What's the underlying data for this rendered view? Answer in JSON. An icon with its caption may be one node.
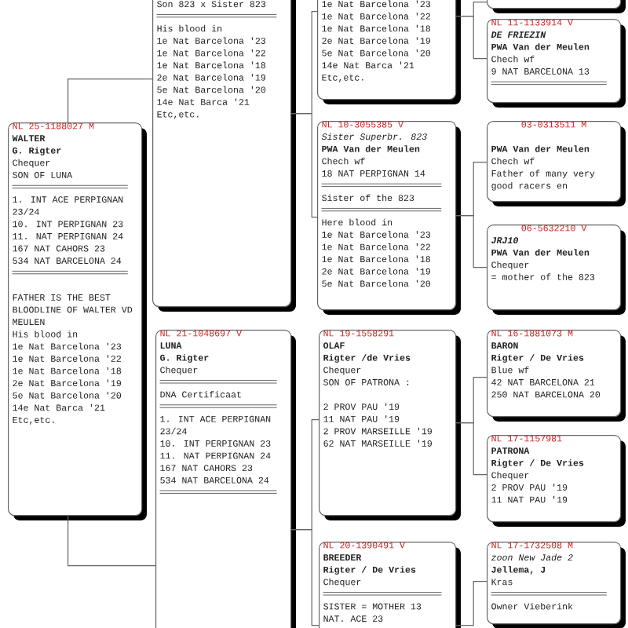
{
  "diagram": {
    "nodes": [
      {
        "text": [
          "NL 25-1188027 M",
          "WALTER",
          "G. Rigter",
          "Chequer",
          "SON OF LUNA",
          "1. INT ACE PERPIGNAN 23/24",
          "10. INT PERPIGNAN 23",
          "11. NAT PERPIGNAN 24",
          "167 NAT CAHORS 23",
          "534 NAT BARCELONA 24",
          "FATHER IS THE BEST BLOODLINE OF WALTER VD MEULEN",
          "His blood in",
          "1e Nat Barcelona '23",
          "1e Nat Barcelona '22",
          "1e Nat Barcelona '18",
          "2e Nat Barcelona '19",
          "5e Nat Barcelona '20",
          "14e Nat Barca '21",
          "Etc,etc."
        ]
      },
      {
        "text": [
          "Son 823 x Sister 823",
          "His blood in",
          "1e Nat Barcelona '23",
          "1e Nat Barcelona '22",
          "1e Nat Barcelona '18",
          "2e Nat Barcelona '19",
          "5e Nat Barcelona '20",
          "14e Nat Barca '21",
          "Etc,etc."
        ]
      },
      {
        "text": [
          "NL 21-1048697 V",
          "LUNA",
          "G. Rigter",
          "Chequer",
          "DNA Certificaat",
          "1. INT ACE PERPIGNAN 23/24",
          "10. INT PERPIGNAN 23",
          "11. NAT PERPIGNAN 24",
          "167 NAT CAHORS 23",
          "534 NAT BARCELONA 24"
        ]
      },
      {
        "text": [
          "1e Nat Barcelona '23",
          "1e Nat Barcelona '22",
          "1e Nat Barcelona '18",
          "2e Nat Barcelona '19",
          "5e Nat Barcelona '20",
          "14e Nat Barca '21",
          "Etc,etc."
        ]
      },
      {
        "text": [
          "NL 10-3055385 V",
          "Sister Superbr. 823",
          "PWA Van der Meulen",
          "Chech wf",
          "18 NAT PERPIGNAN 14",
          "Sister of the 823",
          "Here blood in",
          "1e Nat Barcelona '23",
          "1e Nat Barcelona '22",
          "1e Nat Barcelona '18",
          "2e Nat Barcelona '19",
          "5e Nat Barcelona '20"
        ]
      },
      {
        "text": [
          "NL 19-1558291",
          "OLAF",
          "Rigter /de Vries",
          "Chequer",
          "SON OF PATRONA :",
          "2 PROV PAU '19",
          "11 NAT PAU '19",
          "2 PROV MARSEILLE '19",
          "62 NAT MARSEILLE '19"
        ]
      },
      {
        "text": [
          "NL 20-1390491 V",
          "BREEDER",
          "Rigter / De Vries",
          "Chequer",
          "SISTER = MOTHER 13",
          "NAT. ACE 23"
        ]
      },
      {
        "text": [],
        "shape": "box"
      },
      {
        "text": [
          "NL 11-1133914 V",
          "DE FRIEZIN",
          "PWA Van der Meulen",
          "Chech wf",
          "9 NAT BARCELONA 13"
        ]
      },
      {
        "text": [
          "03-0313511 M",
          "PWA Van der Meulen",
          "Chech wf",
          "Father of many very good racers en"
        ]
      },
      {
        "text": [
          "06-5632210 V",
          "JRJ10",
          "PWA Van der Meulen",
          "Chequer",
          "= mother of the 823"
        ]
      },
      {
        "text": [
          "NL 16-1881073 M",
          "BARON",
          "Rigter / De Vries",
          "Blue wf",
          "42 NAT BARCELONA 21",
          "250 NAT BARCELONA 20"
        ]
      },
      {
        "text": [
          "NL 17-1157981",
          "PATRONA",
          "Rigter / De Vries",
          "Chequer",
          "2 PROV PAU '19",
          "11 NAT PAU '19"
        ]
      },
      {
        "text": [
          "NL 17-1732508 M",
          "zoon New Jade 2",
          "Jellema, J",
          "Kras",
          "Owner Vieberink"
        ]
      }
    ],
    "edges": [
      {
        "from": 0,
        "to": 1,
        "arrow": "none"
      },
      {
        "from": 0,
        "to": 2,
        "arrow": "none"
      },
      {
        "from": 1,
        "to": 3,
        "arrow": "none"
      },
      {
        "from": 1,
        "to": 4,
        "arrow": "none"
      },
      {
        "from": 2,
        "to": 5,
        "arrow": "none"
      },
      {
        "from": 2,
        "to": 6,
        "arrow": "none"
      },
      {
        "from": 3,
        "to": 7,
        "arrow": "none"
      },
      {
        "from": 3,
        "to": 8,
        "arrow": "none"
      },
      {
        "from": 4,
        "to": 9,
        "arrow": "none"
      },
      {
        "from": 4,
        "to": 10,
        "arrow": "none"
      },
      {
        "from": 5,
        "to": 11,
        "arrow": "none"
      },
      {
        "from": 5,
        "to": 12,
        "arrow": "none"
      },
      {
        "from": 6,
        "to": 13,
        "arrow": "none"
      }
    ]
  }
}
